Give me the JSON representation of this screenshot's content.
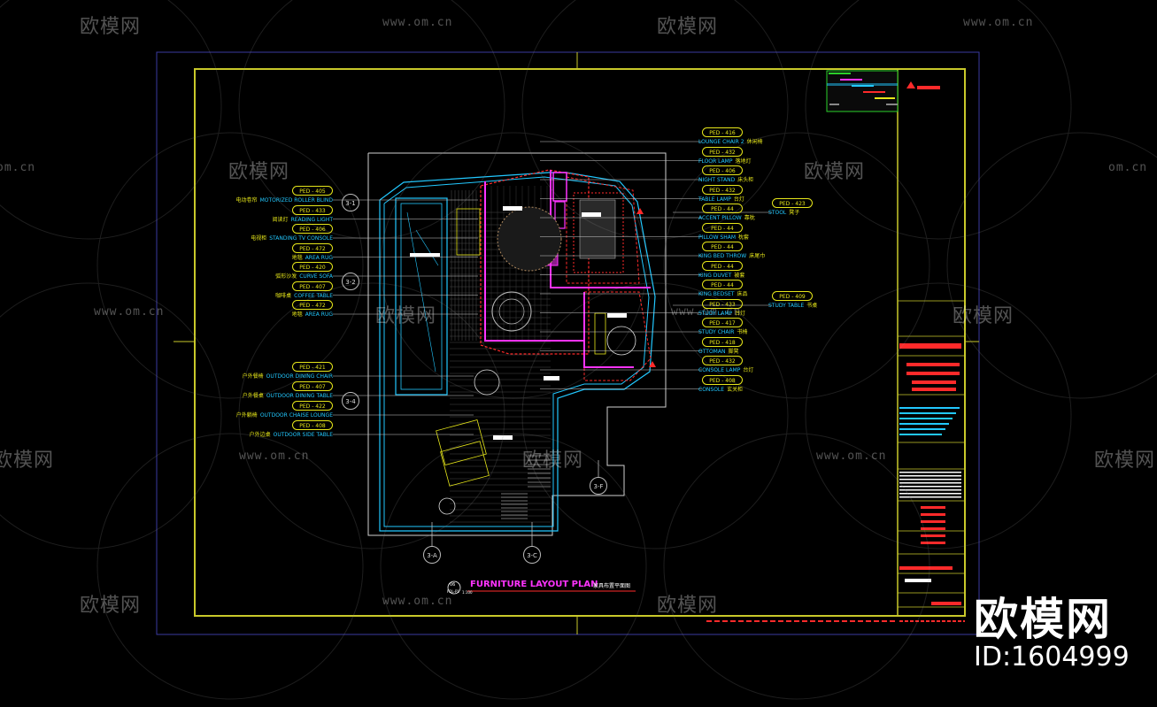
{
  "watermark": {
    "brand": "欧模网",
    "url": "www.om.cn",
    "url_short": "om.cn",
    "id_text": "ID:1604999"
  },
  "plan": {
    "title": "FURNITURE LAYOUT PLAN",
    "title_cn": "家具布置平面图",
    "scale_top": "06",
    "scale_bot": "FDL-P1",
    "scale_ratio": "1:100"
  },
  "section_bubbles": [
    "3-1",
    "3-2",
    "3-4",
    "3-A",
    "3-C",
    "3-F"
  ],
  "tags_left": [
    {
      "code": "PED - 405",
      "label": "MOTORIZED ROLLER BLIND",
      "cn": "电动卷帘"
    },
    {
      "code": "PED - 433",
      "label": "READING LIGHT",
      "cn": "阅读灯"
    },
    {
      "code": "PED - 406",
      "label": "STANDING TV CONSOLE",
      "cn": "电视柜"
    },
    {
      "code": "PED - 472",
      "label": "AREA RUG",
      "cn": "地毯"
    },
    {
      "code": "PED - 420",
      "label": "CURVE SOFA",
      "cn": "弧形沙发"
    },
    {
      "code": "PED - 407",
      "label": "COFFEE TABLE",
      "cn": "咖啡桌"
    },
    {
      "code": "PED - 472",
      "label": "AREA RUG",
      "cn": "地毯"
    },
    {
      "code": "PED - 421",
      "label": "OUTDOOR DINING CHAIR",
      "cn": "户外餐椅"
    },
    {
      "code": "PED - 407",
      "label": "OUTDOOR DINING TABLE",
      "cn": "户外餐桌"
    },
    {
      "code": "PED - 422",
      "label": "OUTDOOR CHAISE LOUNGE",
      "cn": "户外躺椅"
    },
    {
      "code": "PED - 408",
      "label": "OUTDOOR SIDE TABLE",
      "cn": "户外边桌"
    }
  ],
  "tags_right": [
    {
      "code": "PED - 416",
      "label": "LOUNGE CHAIR 2",
      "cn": "休闲椅"
    },
    {
      "code": "PED - 432",
      "label": "FLOOR LAMP",
      "cn": "落地灯"
    },
    {
      "code": "PED - 406",
      "label": "NIGHT STAND",
      "cn": "床头柜"
    },
    {
      "code": "PED - 432",
      "label": "TABLE LAMP",
      "cn": "台灯"
    },
    {
      "code": "PED - 44",
      "label": "ACCENT PILLOW",
      "cn": "靠枕"
    },
    {
      "code": "PED - 44",
      "label": "PILLOW SHAM",
      "cn": "枕套"
    },
    {
      "code": "PED - 44",
      "label": "KING BED THROW",
      "cn": "床尾巾"
    },
    {
      "code": "PED - 44",
      "label": "KING DUVET",
      "cn": "被套"
    },
    {
      "code": "PED - 44",
      "label": "KING BEDSET",
      "cn": "床品"
    },
    {
      "code": "PED - 433",
      "label": "STUDY LAMP",
      "cn": "台灯"
    },
    {
      "code": "PED - 417",
      "label": "STUDY CHAIR",
      "cn": "书椅"
    },
    {
      "code": "PED - 418",
      "label": "OTTOMAN",
      "cn": "脚凳"
    },
    {
      "code": "PED - 432",
      "label": "CONSOLE LAMP",
      "cn": "台灯"
    },
    {
      "code": "PED - 408",
      "label": "CONSOLE",
      "cn": "玄关柜"
    }
  ],
  "tags_far_right": [
    {
      "code": "PED - 423",
      "label": "STOOL",
      "cn": "凳子"
    },
    {
      "code": "PED - 409",
      "label": "STUDY TABLE",
      "cn": "书桌"
    }
  ],
  "colors": {
    "frame": "#c9c92a",
    "cyan": "#22c8ff",
    "magenta": "#ff33ff",
    "red": "#ff2a2a",
    "yellow": "#e6e61a",
    "watermark": "rgba(255,255,255,0.32)"
  }
}
